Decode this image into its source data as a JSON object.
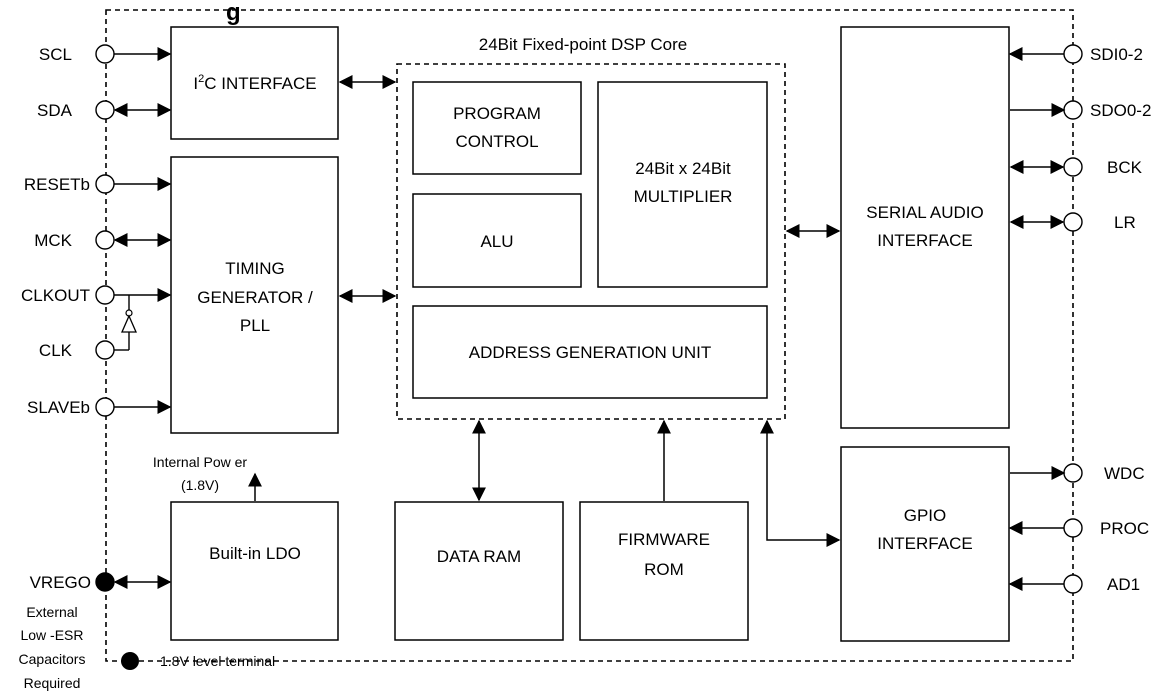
{
  "title_fragment": "g",
  "core": {
    "title": "24Bit Fixed-point DSP Core"
  },
  "blocks": {
    "i2c": {
      "prefix": "I",
      "sup": "2",
      "suffix": "C INTERFACE"
    },
    "timing": [
      "TIMING",
      "GENERATOR /",
      "PLL"
    ],
    "program_control": [
      "PROGRAM",
      "CONTROL"
    ],
    "multiplier": [
      "24Bit x 24Bit",
      "MULTIPLIER"
    ],
    "alu": "ALU",
    "agu": "ADDRESS GENERATION UNIT",
    "serial_audio": [
      "SERIAL AUDIO",
      "INTERFACE"
    ],
    "gpio": [
      "GPIO",
      "INTERFACE"
    ],
    "ldo": "Built-in LDO",
    "data_ram": "DATA RAM",
    "firmware_rom": [
      "FIRMWARE",
      "ROM"
    ]
  },
  "pins_left": {
    "scl": "SCL",
    "sda": "SDA",
    "resetb": "RESETb",
    "mck": "MCK",
    "clkout": "CLKOUT",
    "clk": "CLK",
    "slaveb": "SLAVEb",
    "vrego": "VREGO"
  },
  "pins_right": {
    "sdi": "SDI0-2",
    "sdo": "SDO0-2",
    "bck": "BCK",
    "lr": "LR",
    "wdc": "WDC",
    "proc": "PROC",
    "ad1": "AD1"
  },
  "annotations": {
    "internal_power": [
      "Internal Pow er",
      "(1.8V)"
    ],
    "external_caps": [
      "External",
      "Low -ESR",
      "Capacitors",
      "Required"
    ],
    "legend": "1.8V level terminal"
  }
}
